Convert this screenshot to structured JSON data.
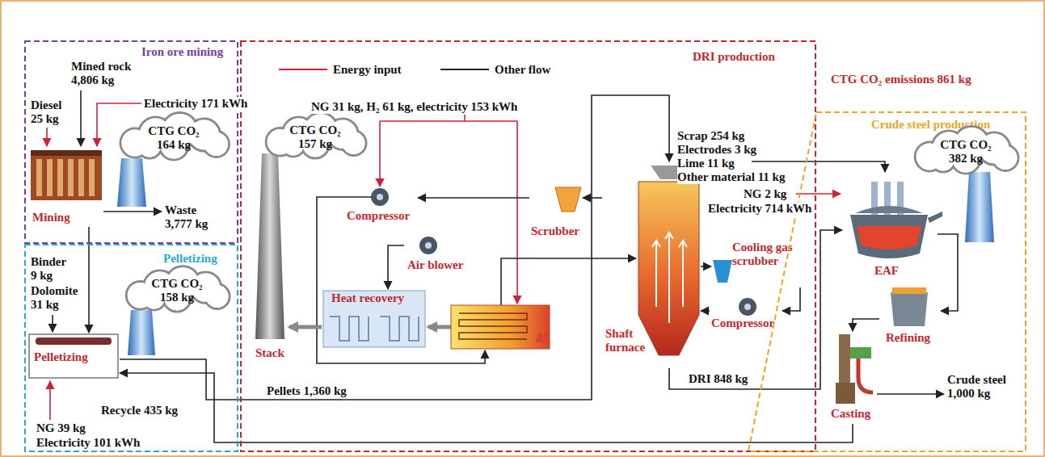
{
  "diagram": {
    "nodes": [
      {
        "text": [
          "Iron ore mining"
        ]
      },
      {
        "text": [
          "Mining"
        ],
        "in": 0
      },
      {
        "text": [
          "CTG CO₂ 164 kg"
        ],
        "in": 0
      },
      {
        "text": [
          "Pelletizing"
        ]
      },
      {
        "text": [
          "Pelletizing"
        ],
        "in": 3
      },
      {
        "text": [
          "CTG CO₂ 158 kg"
        ],
        "in": 3
      },
      {
        "text": [
          "DRI production"
        ]
      },
      {
        "text": [
          "CTG CO₂ 157 kg"
        ],
        "in": 6
      },
      {
        "text": [
          "Stack"
        ],
        "in": 6
      },
      {
        "text": [
          "Compressor"
        ],
        "in": 6
      },
      {
        "text": [
          "Air blower"
        ],
        "in": 6
      },
      {
        "text": [
          "Heat recovery"
        ],
        "in": 6
      },
      {
        "text": [
          "Scrubber"
        ],
        "in": 6
      },
      {
        "text": [
          "Shaft furnace"
        ],
        "in": 6
      },
      {
        "text": [
          "Cooling gas scrubber"
        ],
        "in": 6
      },
      {
        "text": [
          "Compressor"
        ],
        "in": 6
      },
      {
        "text": [
          "Crude steel production"
        ]
      },
      {
        "text": [
          "CTG CO₂ 382 kg"
        ],
        "in": 16
      },
      {
        "text": [
          "EAF"
        ],
        "in": 16
      },
      {
        "text": [
          "Refining"
        ],
        "in": 16
      },
      {
        "text": [
          "Casting"
        ],
        "in": 16
      }
    ],
    "edges": [
      {
        "from": 1,
        "to": 4,
        "arrow": "to"
      },
      {
        "from": 4,
        "to": 13,
        "label": "Pellets 1,360 kg",
        "arrow": "to"
      },
      {
        "from": 13,
        "to": 18,
        "label": "DRI 848 kg",
        "arrow": "to"
      },
      {
        "from": 20,
        "to": 4,
        "label": "Recycle 435 kg",
        "arrow": "to"
      },
      {
        "from": 13,
        "to": 12,
        "arrow": "to"
      },
      {
        "from": 12,
        "to": 9,
        "arrow": "to"
      },
      {
        "from": 11,
        "to": 8,
        "arrow": "to"
      },
      {
        "from": 10,
        "to": 11,
        "arrow": "to"
      },
      {
        "from": 13,
        "to": 14,
        "arrow": "to"
      },
      {
        "from": 14,
        "to": 15,
        "arrow": "to"
      },
      {
        "from": 15,
        "to": 13,
        "arrow": "to"
      },
      {
        "from": 18,
        "to": 19,
        "arrow": "to"
      },
      {
        "from": 19,
        "to": 20,
        "arrow": "to"
      }
    ],
    "labels": [
      "Mined rock 4,806 kg",
      "Diesel 25 kg",
      "Electricity 171 kWh",
      "Waste 3,777 kg",
      "Binder 9 kg",
      "Dolomite 31 kg",
      "NG 39 kg",
      "Electricity 101 kWh",
      "NG 31 kg, H₂ 61 kg, electricity 153 kWh",
      "Scrap 254 kg",
      "Electrodes 3 kg",
      "Lime 11 kg",
      "Other material 11 kg",
      "CTG CO₂ emissions 861 kg",
      "NG 2 kg",
      "Electricity 714 kWh",
      "Crude steel 1,000 kg"
    ],
    "legend": [
      {
        "text": "Energy input"
      },
      {
        "text": "Other flow"
      }
    ]
  }
}
